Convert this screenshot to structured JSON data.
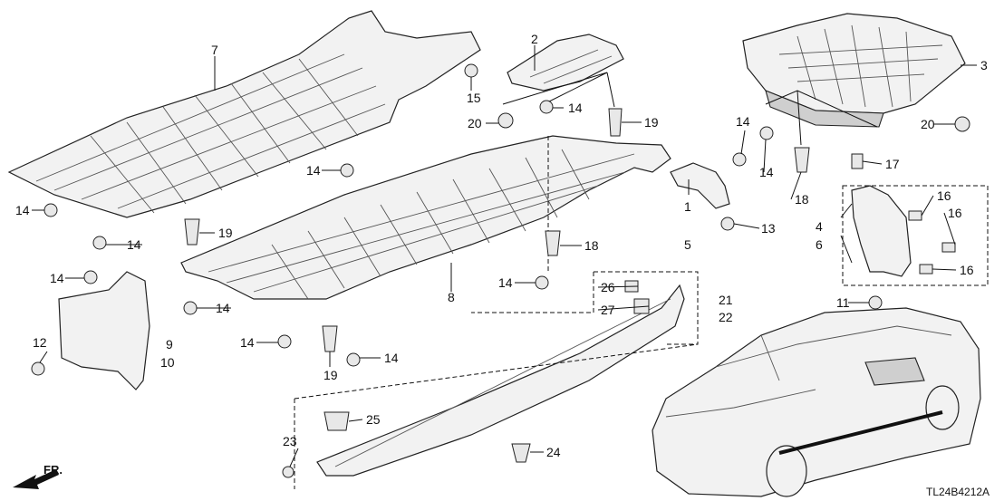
{
  "diagram": {
    "figure_code": "TL24B4212A",
    "front_marker": "FR.",
    "callouts": [
      "1",
      "2",
      "3",
      "4",
      "5",
      "6",
      "7",
      "8",
      "9",
      "10",
      "11",
      "12",
      "13",
      "14",
      "15",
      "16",
      "17",
      "18",
      "19",
      "20",
      "21",
      "22",
      "23",
      "24",
      "25",
      "26",
      "27"
    ]
  }
}
